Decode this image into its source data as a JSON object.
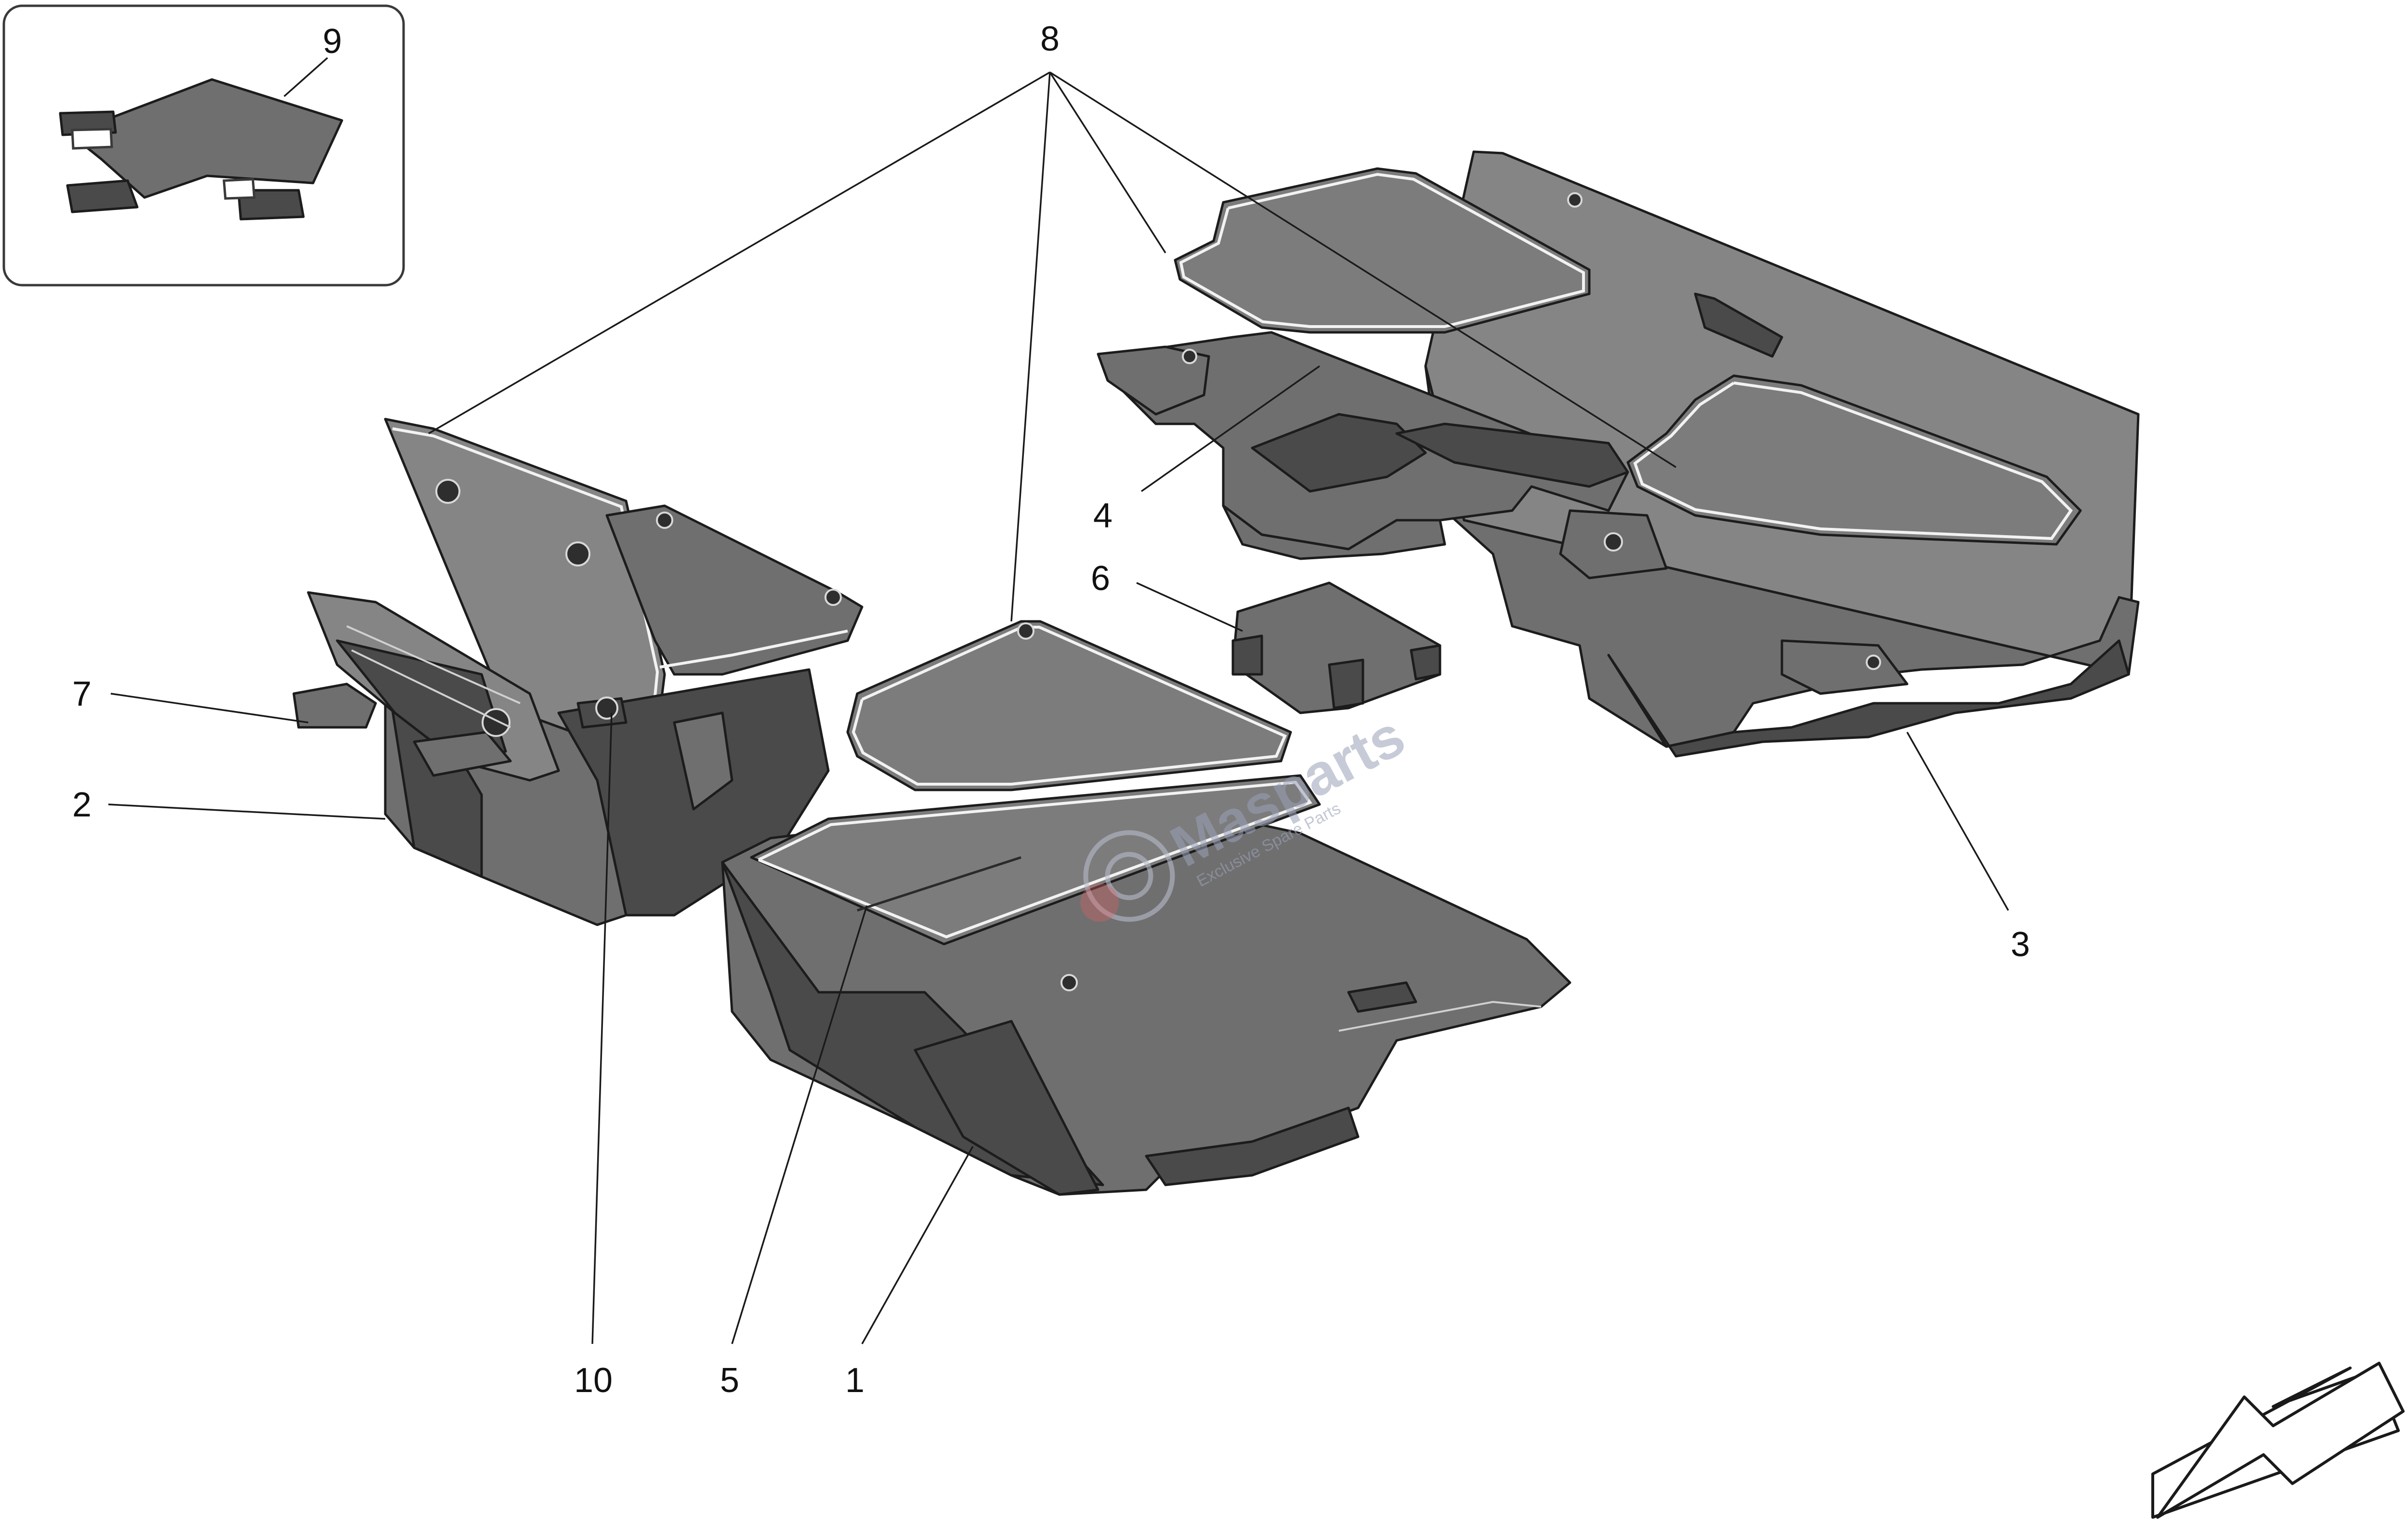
{
  "diagram": {
    "callouts": [
      {
        "id": "1",
        "label": "1"
      },
      {
        "id": "2",
        "label": "2"
      },
      {
        "id": "3",
        "label": "3"
      },
      {
        "id": "4",
        "label": "4"
      },
      {
        "id": "5",
        "label": "5"
      },
      {
        "id": "6",
        "label": "6"
      },
      {
        "id": "7",
        "label": "7"
      },
      {
        "id": "8",
        "label": "8"
      },
      {
        "id": "9",
        "label": "9"
      },
      {
        "id": "10",
        "label": "10"
      }
    ],
    "watermark": {
      "brand": "Masparts",
      "tagline": "Exclusive Spare Parts"
    },
    "colors": {
      "part_fill": "#6f6f6f",
      "part_dark": "#4a4a4a",
      "outline": "#1c1c1c",
      "mat_edge": "#f2f2f2",
      "watermark": "#9aa2b8"
    },
    "icons": {
      "direction_arrow": "arrow-down-left-icon"
    }
  }
}
